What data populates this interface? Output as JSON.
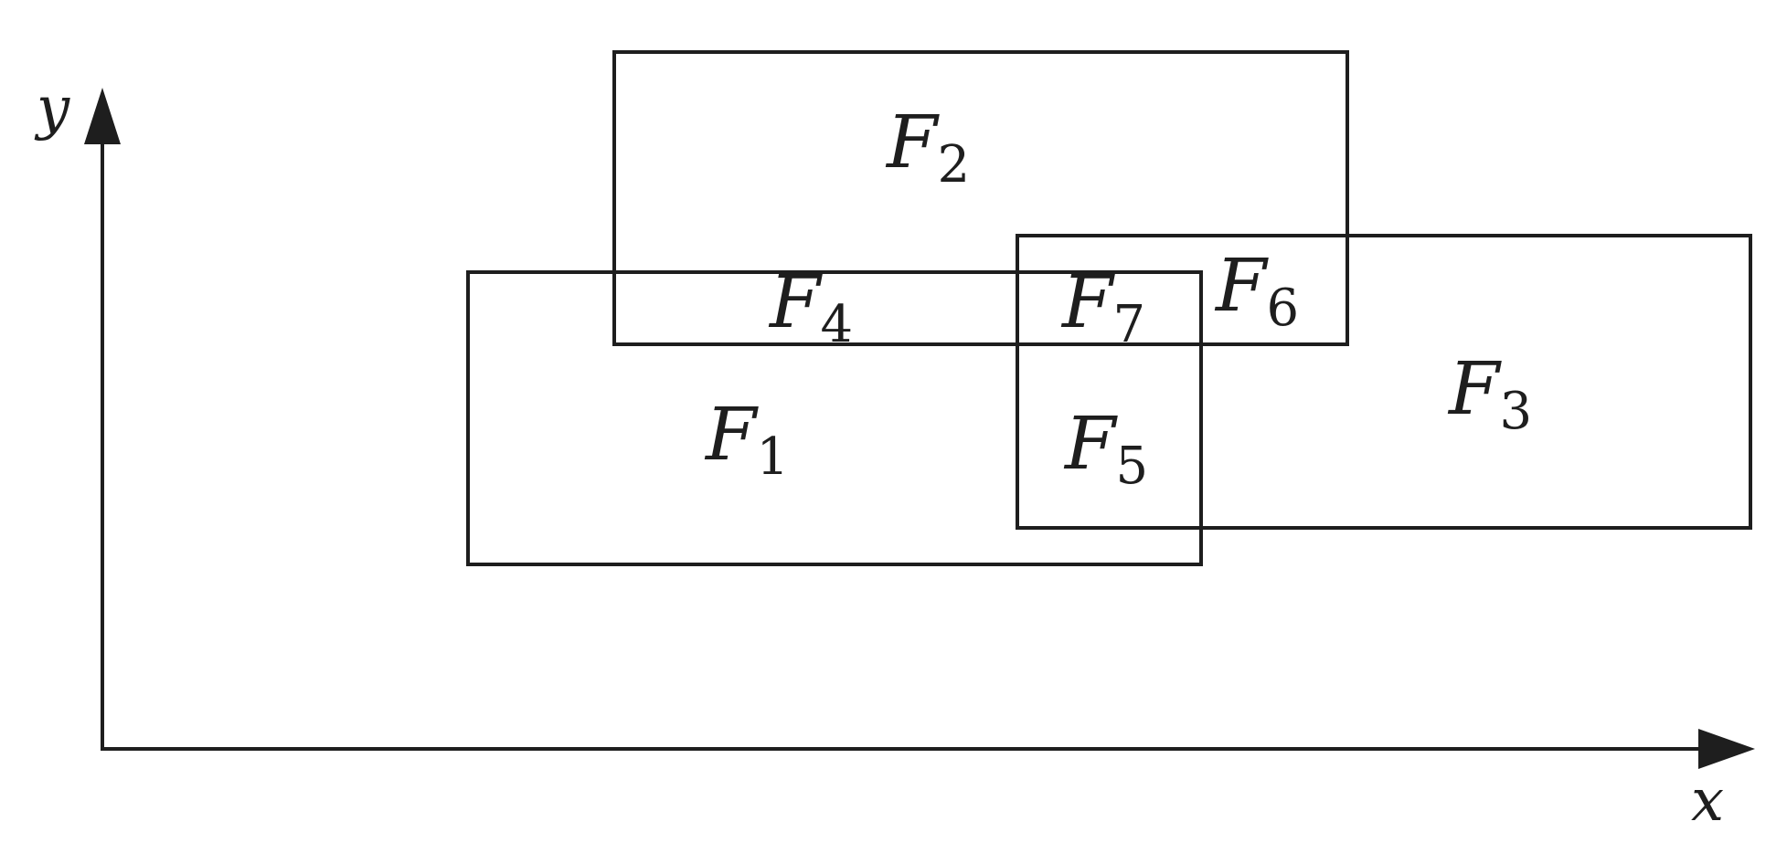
{
  "axes": {
    "x_label": "x",
    "y_label": "y"
  },
  "regions": [
    {
      "id": "F1",
      "base": "F",
      "sub": "1"
    },
    {
      "id": "F2",
      "base": "F",
      "sub": "2"
    },
    {
      "id": "F3",
      "base": "F",
      "sub": "3"
    },
    {
      "id": "F4",
      "base": "F",
      "sub": "4"
    },
    {
      "id": "F5",
      "base": "F",
      "sub": "5"
    },
    {
      "id": "F6",
      "base": "F",
      "sub": "6"
    },
    {
      "id": "F7",
      "base": "F",
      "sub": "7"
    }
  ],
  "colors": {
    "stroke": "#1e1e1e",
    "background": "#ffffff"
  }
}
